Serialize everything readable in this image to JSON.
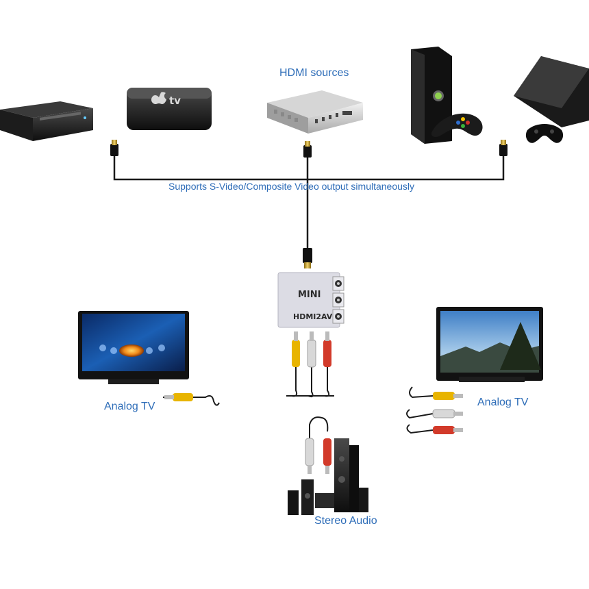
{
  "labels": {
    "hdmi_sources": "HDMI sources",
    "supports": "Supports S-Video/Composite Video output simultaneously",
    "analog_tv_left": "Analog TV",
    "analog_tv_right": "Analog TV",
    "stereo_audio": "Stereo Audio"
  },
  "converter": {
    "brand": "MINI",
    "model": "HDMI2AV"
  },
  "apple_tv_logo": "tv",
  "colors": {
    "label_blue": "#2e6db8",
    "cable": "#1a1a1a",
    "rca_yellow": "#e8b400",
    "rca_white": "#d8d8d8",
    "rca_red": "#d23a2a",
    "converter_body": "#dcdce4"
  },
  "devices": {
    "sources": [
      "dvd-player",
      "apple-tv",
      "hdmi-switch",
      "xbox-360",
      "playstation-3"
    ],
    "outputs": [
      "analog-tv-left",
      "analog-tv-right",
      "stereo-speakers"
    ]
  }
}
